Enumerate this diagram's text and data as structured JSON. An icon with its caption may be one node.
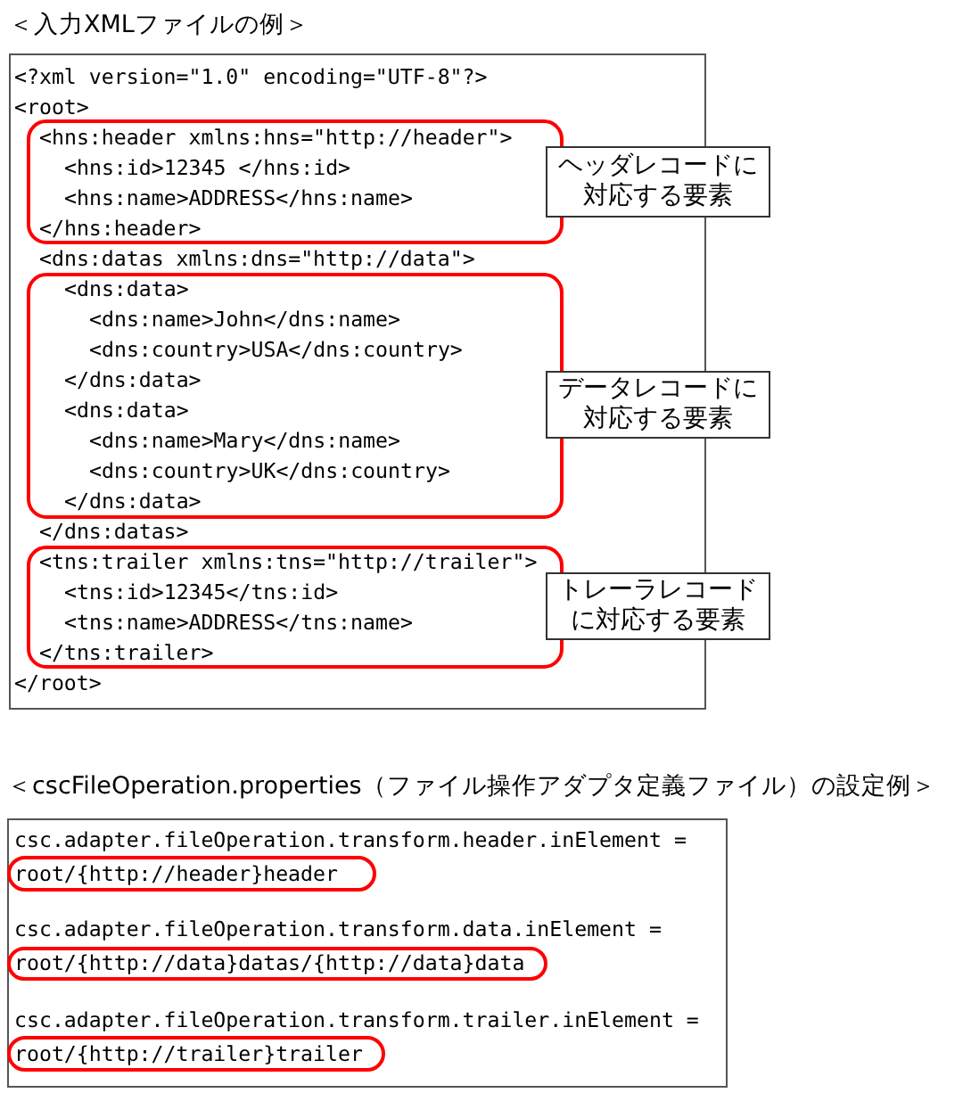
{
  "diagram": {
    "nodes": [
      {
        "text": [
          "<?xml version=\"1.0\" encoding=\"UTF-8\"?>",
          "<root>",
          "<dns:datas xmlns:dns=\"http://data\">",
          "</dns:datas>",
          "</root>"
        ]
      },
      {
        "text": [
          "<hns:header xmlns:hns=\"http://header\">",
          "<hns:id>12345 </hns:id>",
          "<hns:name>ADDRESS</hns:name>",
          "</hns:header>"
        ],
        "in": 0
      },
      {
        "text": [
          "ヘッダレコードに対応する要素"
        ]
      },
      {
        "text": [
          "<dns:data>",
          "<dns:name>John</dns:name>",
          "<dns:country>USA</dns:country>",
          "</dns:data>",
          "<dns:data>",
          "<dns:name>Mary</dns:name>",
          "<dns:country>UK</dns:country>",
          "</dns:data>"
        ],
        "in": 0
      },
      {
        "text": [
          "データレコードに対応する要素"
        ]
      },
      {
        "text": [
          "<tns:trailer xmlns:tns=\"http://trailer\">",
          "<tns:id>12345</tns:id>",
          "<tns:name>ADDRESS</tns:name>",
          "</tns:trailer>"
        ],
        "in": 0
      },
      {
        "text": [
          "トレーラレコードに対応する要素"
        ]
      },
      {
        "text": [
          "csc.adapter.fileOperation.transform.header.inElement =",
          "csc.adapter.fileOperation.transform.data.inElement =",
          "csc.adapter.fileOperation.transform.trailer.inElement ="
        ]
      },
      {
        "text": [
          "root/{http://header}header"
        ],
        "in": 7
      },
      {
        "text": [
          "root/{http://data}datas/{http://data}data"
        ],
        "in": 7
      },
      {
        "text": [
          "root/{http://trailer}trailer"
        ],
        "in": 7
      }
    ],
    "labels": [
      "＜入力XMLファイルの例＞",
      "＜cscFileOperation.properties（ファイル操作アダプタ定義ファイル）の設定例＞"
    ]
  }
}
